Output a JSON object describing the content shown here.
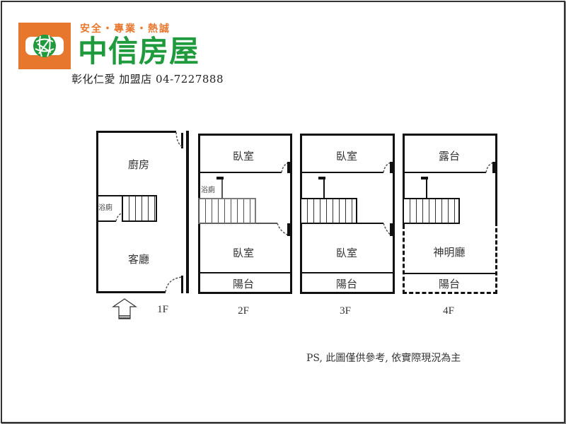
{
  "header": {
    "tagline": "安全・專業・熱誠",
    "brand_name": "中信房屋",
    "branch_info": "彰化仁愛 加盟店 04-7227888",
    "colors": {
      "brand_orange": "#e8772e",
      "brand_green": "#1f9a3c"
    },
    "logo_icon": "globe-logo-icon"
  },
  "floors": [
    {
      "label": "1F",
      "rooms": {
        "top": "廚房",
        "bath": "浴廁",
        "bottom": "客廳"
      },
      "entrance_icon": "up-arrow-icon"
    },
    {
      "label": "2F",
      "rooms": {
        "top": "臥室",
        "bath": "浴廁",
        "bottom": "臥室",
        "balcony": "陽台"
      }
    },
    {
      "label": "3F",
      "rooms": {
        "top": "臥室",
        "bottom": "臥室",
        "balcony": "陽台"
      }
    },
    {
      "label": "4F",
      "rooms": {
        "top": "露台",
        "bottom": "神明廳",
        "balcony": "陽台"
      }
    }
  ],
  "footer_note": "PS, 此圖僅供參考, 依實際現況為主"
}
